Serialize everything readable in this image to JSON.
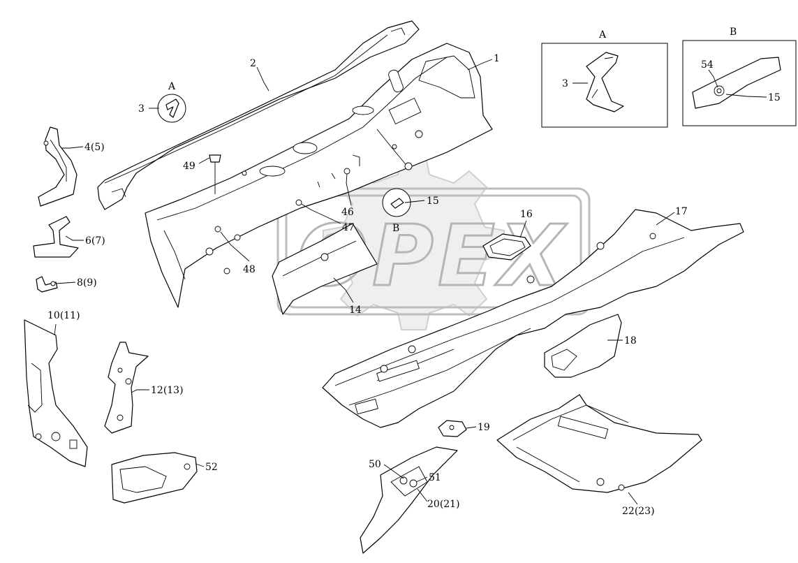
{
  "watermark": {
    "text": "OPEX"
  },
  "insets": {
    "a_title": "A",
    "b_title": "B"
  },
  "markers": {
    "a": "A",
    "b": "B"
  },
  "labels": {
    "l1": "1",
    "l2": "2",
    "l3a": "3",
    "l3b": "3",
    "l45": "4(5)",
    "l67": "6(7)",
    "l89": "8(9)",
    "l1011": "10(11)",
    "l1213": "12(13)",
    "l14": "14",
    "l15a": "15",
    "l15b": "15",
    "l16": "16",
    "l17": "17",
    "l18": "18",
    "l19": "19",
    "l2021": "20(21)",
    "l2223": "22(23)",
    "l46": "46",
    "l47": "47",
    "l48": "48",
    "l49": "49",
    "l50": "50",
    "l51": "51",
    "l52": "52",
    "l54": "54"
  }
}
